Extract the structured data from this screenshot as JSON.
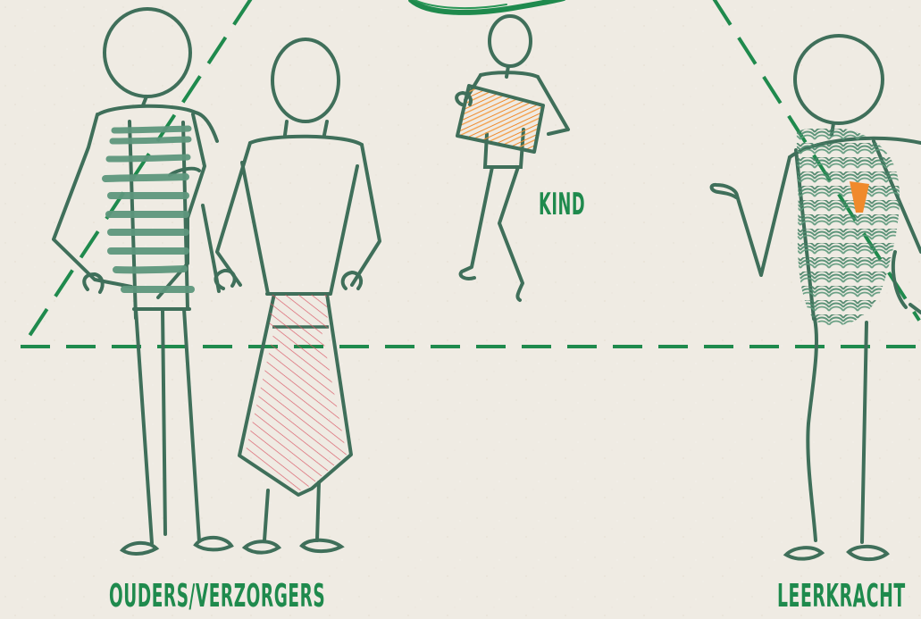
{
  "labels": {
    "kind": "KIND",
    "ouders": "OUDERS/VERZORGERS",
    "leerkracht": "LEERKRACHT"
  },
  "colors": {
    "background": "#efebe3",
    "ink": "#3f6f5a",
    "dash_line": "#1f8a4d",
    "orange_fill": "#f08a2c",
    "red_fill": "#d85463",
    "scribble_green": "#4f8c70"
  }
}
